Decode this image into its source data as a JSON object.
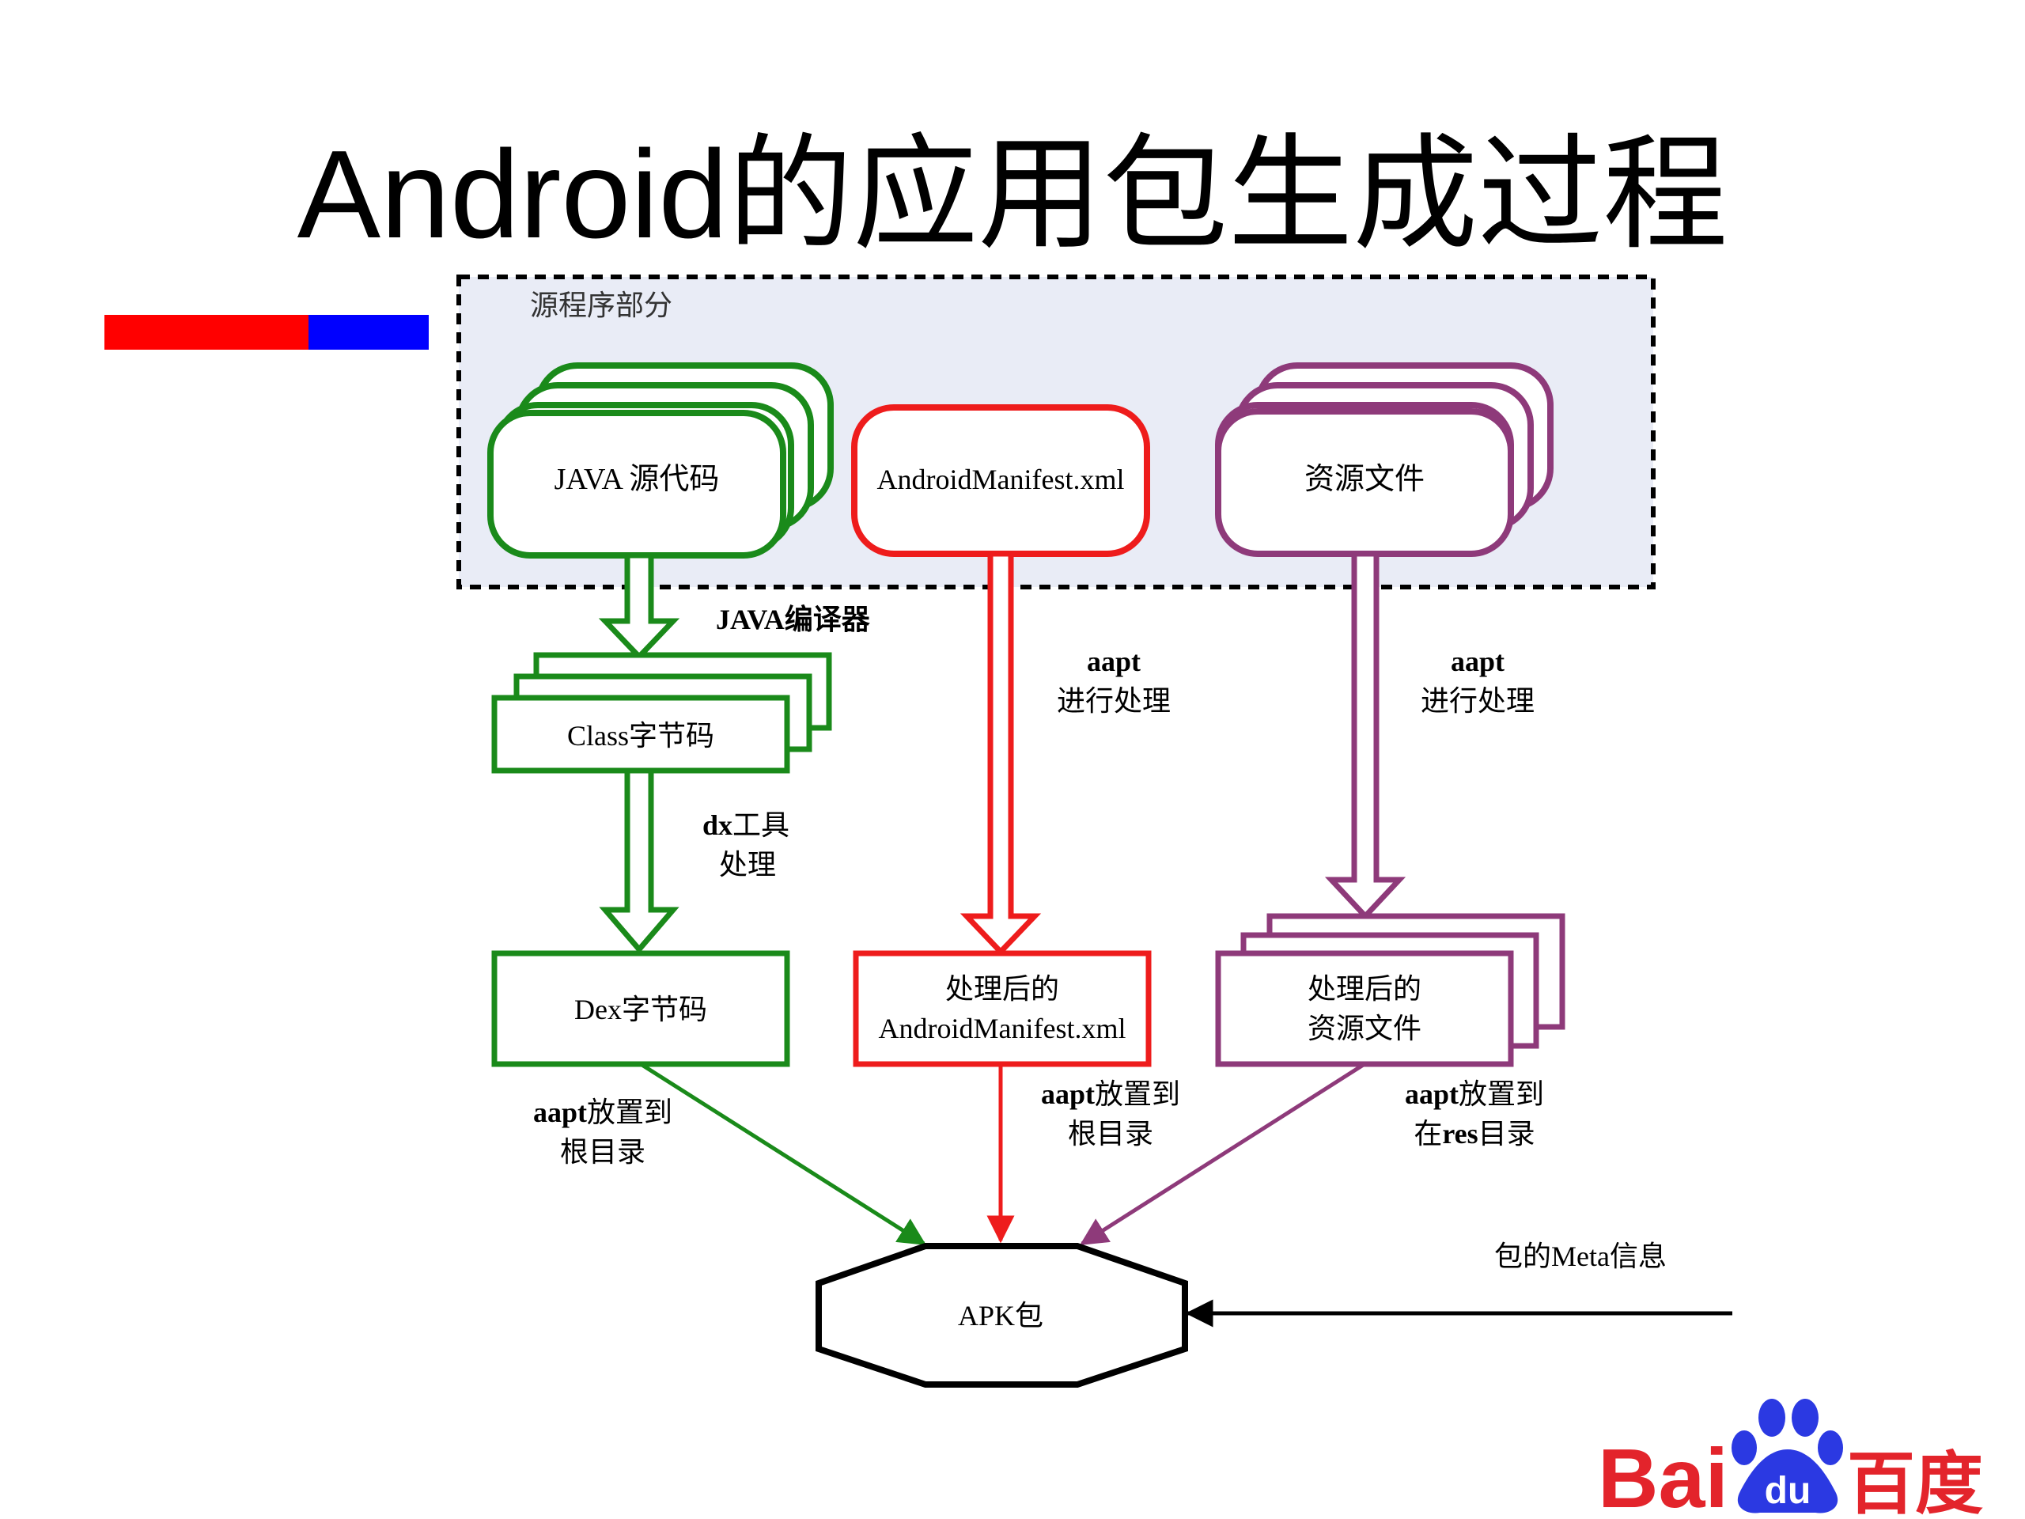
{
  "slide": {
    "title": "Android的应用包生成过程"
  },
  "source_group": {
    "label": "源程序部分"
  },
  "nodes": {
    "java_source": "JAVA 源代码",
    "manifest": "AndroidManifest.xml",
    "resources": "资源文件",
    "class_bytecode": "Class字节码",
    "dex_bytecode": "Dex字节码",
    "processed_manifest": [
      "处理后的",
      "AndroidManifest.xml"
    ],
    "processed_resources": [
      "处理后的",
      "资源文件"
    ],
    "apk": "APK包"
  },
  "edges": {
    "java_compiler": "JAVA编译器",
    "dx_tool": {
      "bold": "dx",
      "rest": "工具",
      "line2": "处理"
    },
    "aapt_manifest": {
      "bold": "aapt",
      "line2": "进行处理"
    },
    "aapt_resources": {
      "bold": "aapt",
      "line2": "进行处理"
    },
    "dex_to_apk": {
      "bold": "aapt",
      "rest": "放置到",
      "line2": "根目录"
    },
    "manifest_to_apk": {
      "bold": "aapt",
      "rest": "放置到",
      "line2": "根目录"
    },
    "res_to_apk": {
      "bold": "aapt",
      "rest": "放置到",
      "line2_pre": "在",
      "line2_bold": "res",
      "line2_post": "目录"
    },
    "meta_info": "包的Meta信息"
  },
  "logo": {
    "text_left": "Bai",
    "text_paw": "du",
    "text_right": "百度"
  },
  "colors": {
    "green": "#1a8a1a",
    "red": "#ee1c1c",
    "purple": "#8e3a7a",
    "group_fill": "#e9ecf6",
    "baidu_red": "#e3242b",
    "baidu_blue": "#2b39e2",
    "accent_red": "#ff0000",
    "accent_blue": "#0000ff"
  }
}
